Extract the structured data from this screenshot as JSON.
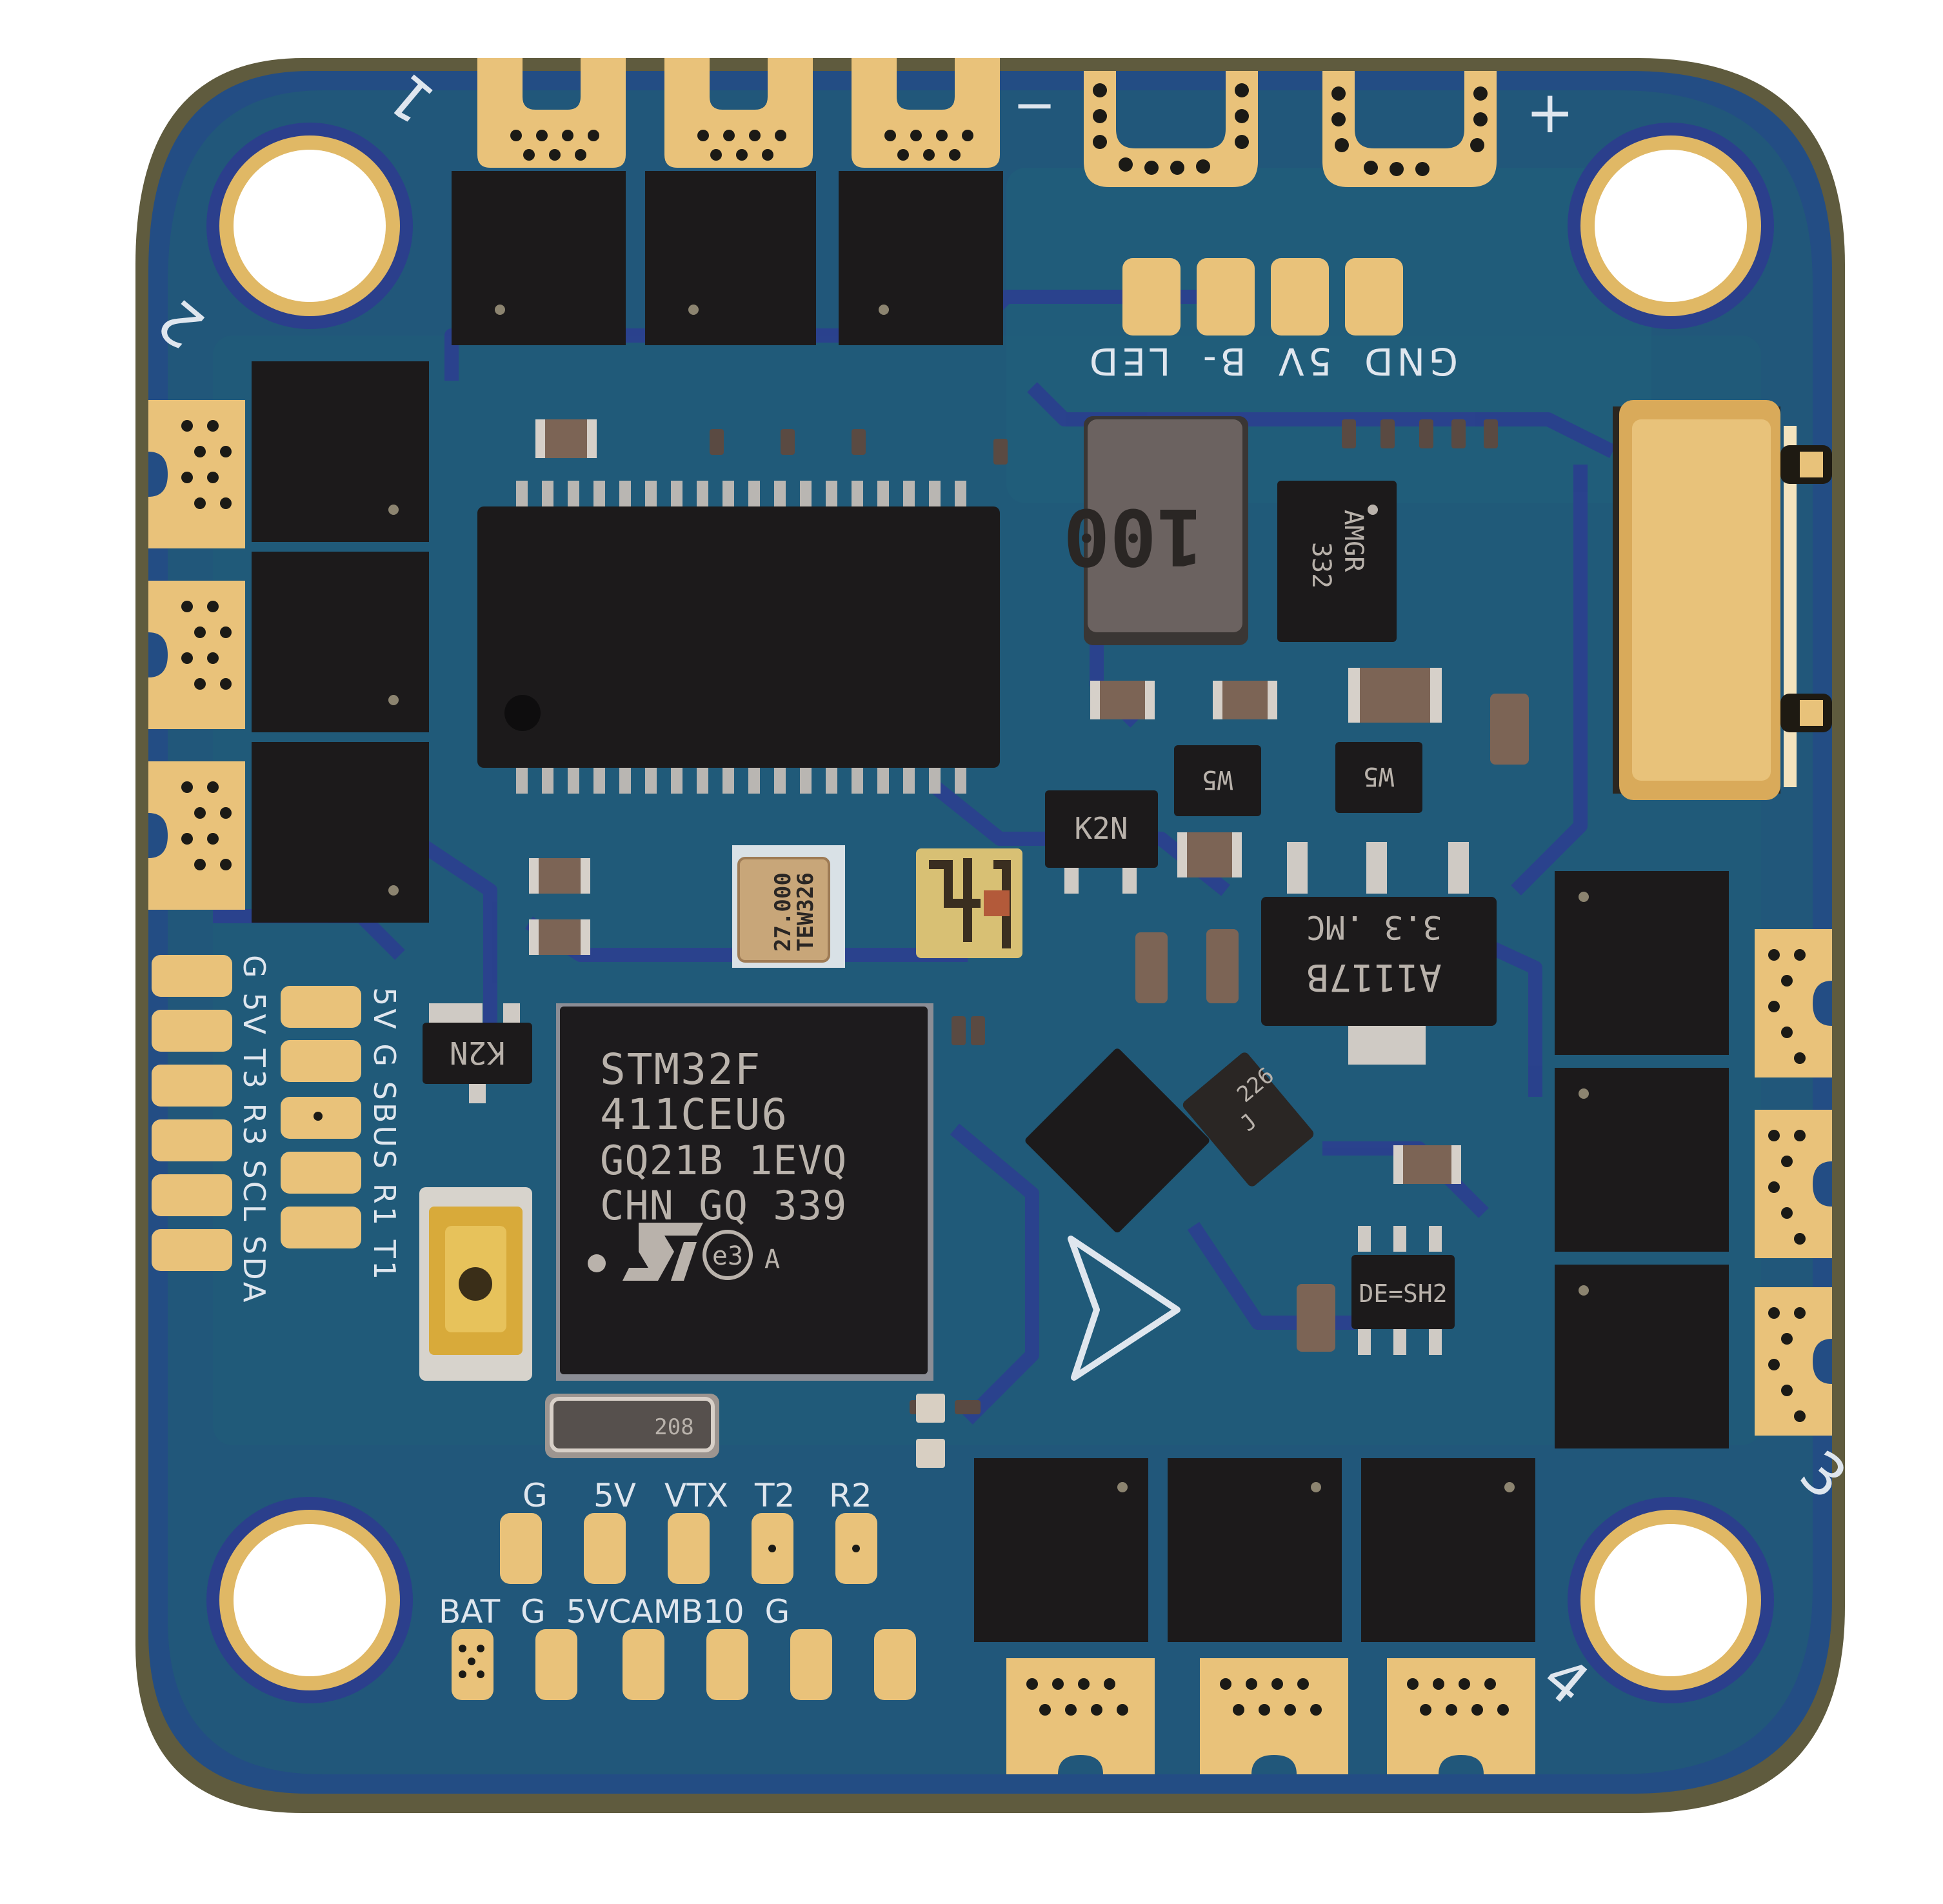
{
  "photo": {
    "subject": "Flight controller PCB (top view)",
    "background_color": "#ffffff",
    "colors": {
      "board": "#1f5a7a",
      "board_edge": "#2a4f8a",
      "trace": "#2d3f8c",
      "pad_gold": "#e9c27a",
      "pad_gold_dark": "#c99a48",
      "chip_black": "#1c1a1b",
      "silkscreen": "#dfe6ee",
      "inductor": "#6b6260",
      "crystal_gold": "#c8a679"
    }
  },
  "corner_labels": {
    "top_left_upper": "1",
    "top_left_lower": "2",
    "bottom_right_upper": "3",
    "bottom_right_lower": "4"
  },
  "battery_pads": {
    "minus": "−",
    "plus": "+"
  },
  "led_header": {
    "labels": [
      "GND",
      "5V",
      "B-",
      "LED"
    ]
  },
  "left_header": {
    "outer_column": [
      "G",
      "5V",
      "T3",
      "R3",
      "SCL",
      "SDA"
    ],
    "inner_column": [
      "5V",
      "G",
      "SBUS",
      "R1",
      "T1"
    ],
    "outer_label_text": "G 5V T3 R3 SCL SDA",
    "inner_label_text": "5V G SBUS R1 T1"
  },
  "bottom_header_top_row": {
    "labels": [
      "G",
      "5V",
      "VTX",
      "T2",
      "R2"
    ]
  },
  "bottom_header_bottom_row": {
    "labels": [
      "BAT",
      "G",
      "5V",
      "CAM",
      "B10",
      "G"
    ],
    "label_text": "BAT  G  5VCAMB10  G"
  },
  "chips": {
    "mcu": {
      "lines": [
        "STM32F",
        "411CEU6",
        "GQ21B 1EVQ",
        "CHN GQ 339"
      ],
      "logo": "ST",
      "suffix_mark": "e3",
      "suffix_letter": "A"
    },
    "inductor": {
      "mark": "100"
    },
    "buck_regulator": {
      "lines": [
        "AMGR",
        "332"
      ]
    },
    "ldo": {
      "lines": [
        "3.3 .MC",
        "A1117B"
      ]
    },
    "mosfet_1": {
      "mark": "K2N"
    },
    "mosfet_2": {
      "mark": "K2N"
    },
    "diode_1": {
      "mark": "W5"
    },
    "diode_2": {
      "mark": "W5"
    },
    "crystal_27mhz": {
      "lines": [
        "27.000",
        "TEW326"
      ]
    },
    "crystal_32k": {
      "mark": "208"
    },
    "sot23_6": {
      "mark": "DE=SH2"
    },
    "tantalum_cap": {
      "lines": [
        "226",
        "J"
      ]
    }
  }
}
